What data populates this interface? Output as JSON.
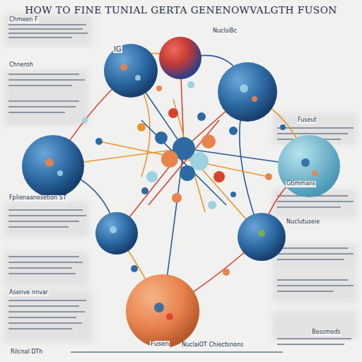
{
  "diagram": {
    "title": "HOW TO FINE TUNIAL GERTA GENENOWVALGTH FUSON",
    "labels": [
      "Chmeen F",
      "NuclsiBc",
      "IG",
      "Chneroh",
      "Fuseut",
      "Fplienaanosetion ST",
      "Gtimmans",
      "Nuclutuseie",
      "Asenve nnvar",
      "Bossmeds",
      "Fusen",
      "NuclaiOT Chiectsnons",
      "Rilcnal DTh"
    ]
  }
}
